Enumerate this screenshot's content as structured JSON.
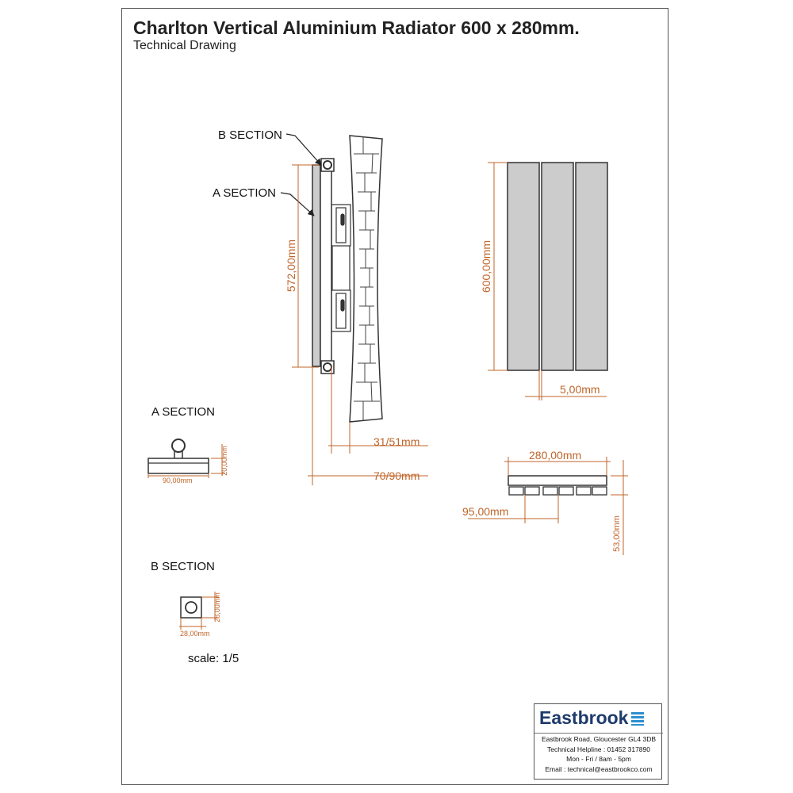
{
  "header": {
    "title": "Charlton Vertical Aluminium Radiator 600 x 280mm.",
    "subtitle": "Technical Drawing"
  },
  "side_view": {
    "b_section_label": "B SECTION",
    "a_section_label": "A SECTION",
    "height_dim": "572,00mm",
    "bracket_dim": "31/51mm",
    "depth_dim": "70/90mm"
  },
  "front_view": {
    "height_dim": "600,00mm",
    "gap_dim": "5,00mm"
  },
  "top_view": {
    "width_dim": "280,00mm",
    "spacing_dim": "95,00mm",
    "depth_dim": "53,00mm"
  },
  "a_section": {
    "heading": "A SECTION",
    "width_dim": "90,00mm",
    "height_dim": "20,00mm"
  },
  "b_section": {
    "heading": "B SECTION",
    "width_dim": "28,00mm",
    "height_dim": "28,00mm"
  },
  "scale": "scale: 1/5",
  "company": {
    "name": "Eastbrook",
    "address": "Eastbrook Road, Gloucester GL4 3DB",
    "helpline": "Technical Helpline : 01452 317890",
    "hours": "Mon - Fri / 8am - 5pm",
    "email": "Email : technical@eastbrookco.com"
  },
  "colors": {
    "dimension": "#c0652a",
    "radiator_fill": "#cccccc",
    "brand": "#1d3a6b",
    "brand_waves": "#2e8fd0"
  }
}
